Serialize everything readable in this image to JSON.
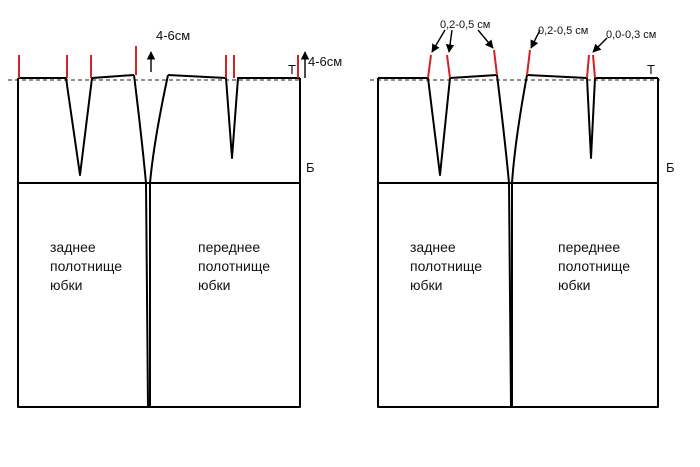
{
  "colors": {
    "outline": "#000000",
    "dart_marker": "#d22222",
    "background": "#ffffff"
  },
  "left": {
    "label_T": "Т",
    "label_B": "Б",
    "measure_top": "4-6см",
    "measure_right": "4-6см",
    "back_panel": [
      "заднее",
      "полотнище",
      "юбки"
    ],
    "front_panel": [
      "переднее",
      "полотнище",
      "юбки"
    ]
  },
  "right": {
    "label_T": "Т",
    "label_B": "Б",
    "annot_1": "0,2-0,5 см",
    "annot_2": "0,2-0,5 см",
    "annot_3": "0,0-0,3 см",
    "back_panel": [
      "заднее",
      "полотнище",
      "юбки"
    ],
    "front_panel": [
      "переднее",
      "полотнище",
      "юбки"
    ]
  }
}
